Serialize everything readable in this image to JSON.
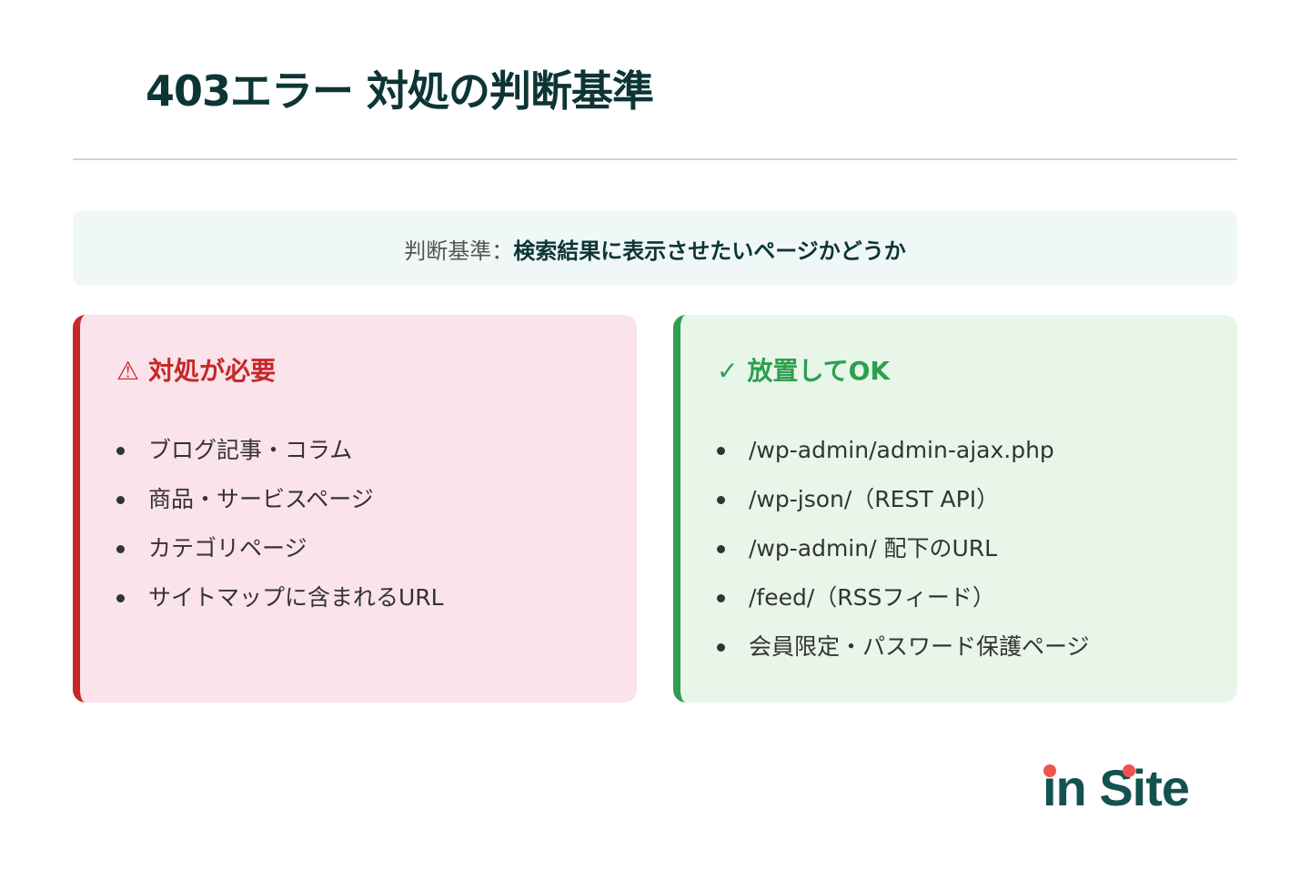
{
  "header": {
    "title": "403エラー 対処の判断基準"
  },
  "criteria": {
    "label": "判断基準：",
    "value": "検索結果に表示させたいページかどうか"
  },
  "cards": [
    {
      "icon": "⚠",
      "icon_name": "warning-icon",
      "title": "対処が必要",
      "accent": "#c62828",
      "background": "#fae3ea",
      "items": [
        "ブログ記事・コラム",
        "商品・サービスページ",
        "カテゴリページ",
        "サイトマップに含まれるURL"
      ]
    },
    {
      "icon": "✓",
      "icon_name": "check-icon",
      "title": "放置してOK",
      "accent": "#2e9e4f",
      "background": "#e8f5e9",
      "items": [
        "/wp-admin/admin-ajax.php",
        "/wp-json/（REST API）",
        "/wp-admin/ 配下のURL",
        "/feed/（RSSフィード）",
        "会員限定・パスワード保護ページ"
      ]
    }
  ],
  "logo": {
    "text": "in Site",
    "color": "#14524f",
    "dot_color": "#ef5350"
  }
}
